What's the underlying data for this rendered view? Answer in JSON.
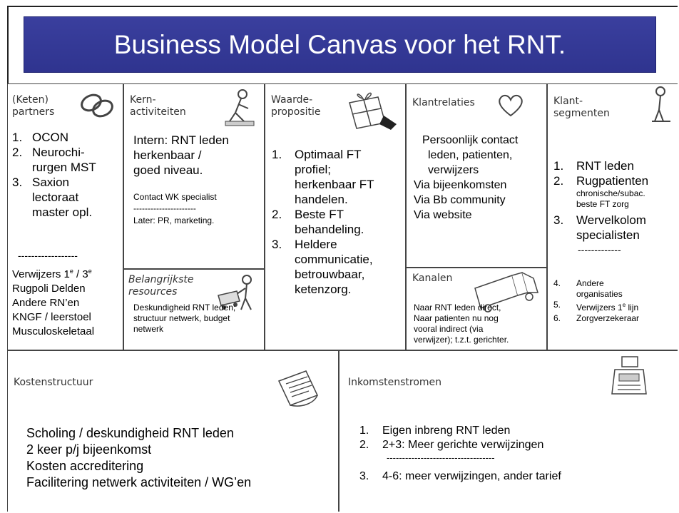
{
  "title": "Business Model Canvas voor het RNT.",
  "partners": {
    "heading": "(Keten) partners",
    "items": [
      {
        "n": "1.",
        "text": "OCON"
      },
      {
        "n": "2.",
        "text": "Neurochi-rurgen MST"
      },
      {
        "n": "3.",
        "text": "Saxion lectoraat master opl."
      }
    ],
    "divider": "------------------",
    "extra_line1_prefix": "Verwijzers 1",
    "extra_line1_sup1": "e",
    "extra_line1_mid": " / 3",
    "extra_line1_sup2": "e",
    "extra": [
      "Rugpoli Delden",
      "Andere RN’en",
      "KNGF / leerstoel",
      "Musculoskeletaal"
    ]
  },
  "activities": {
    "heading": "Kern-activiteiten",
    "main": "Intern: RNT leden herkenbaar / goed niveau.",
    "note": "Contact WK specialist",
    "divider": "----------------------",
    "later": "Later: PR, marketing."
  },
  "resources": {
    "heading": "Belangrijkste resources",
    "text": "Deskundigheid RNT leden; structuur netwerk, budget netwerk"
  },
  "value": {
    "heading": "Waarde-propositie",
    "items": [
      {
        "n": "1.",
        "text": "Optimaal FT profiel; herkenbaar FT handelen."
      },
      {
        "n": "2.",
        "text": "Beste FT behandeling."
      },
      {
        "n": "3.",
        "text": "Heldere communicatie, betrouwbaar, ketenzorg."
      }
    ]
  },
  "relations": {
    "heading": "Klantrelaties",
    "lines": [
      "Persoonlijk contact",
      "leden, patienten,",
      "verwijzers",
      "Via bijeenkomsten",
      "Via Bb community",
      "Via website"
    ]
  },
  "channels": {
    "heading": "Kanalen",
    "lines": [
      "Naar RNT leden direct,",
      "Naar patienten nu nog",
      "vooral indirect (via",
      "verwijzer); t.z.t. gerichter."
    ]
  },
  "segments": {
    "heading": "Klant-segmenten",
    "item1": "RNT leden",
    "item2": "Rugpatienten",
    "item2_sub": "chronische/subac. beste FT zorg",
    "item3": "Wervelkolom specialisten",
    "divider": "-------------",
    "small": [
      {
        "n": "4.",
        "text": "Andere organisaties"
      },
      {
        "n": "5.",
        "text_prefix": "Verwijzers 1",
        "sup": "e",
        "text_suffix": " lijn"
      },
      {
        "n": "6.",
        "text": "Zorgverzekeraar"
      }
    ],
    "n1": "1.",
    "n2": "2.",
    "n3": "3."
  },
  "costs": {
    "heading": "Kostenstructuur",
    "lines": [
      "Scholing / deskundigheid RNT leden",
      "2 keer p/j bijeenkomst",
      "Kosten accreditering",
      "Facilitering netwerk activiteiten / WG’en"
    ]
  },
  "revenue": {
    "heading": "Inkomstenstromen",
    "items": [
      {
        "n": "1.",
        "text": "Eigen inbreng RNT leden"
      },
      {
        "n": "2.",
        "text": "2+3: Meer gerichte verwijzingen"
      }
    ],
    "divider": "-----------------------------------",
    "item3": {
      "n": "3.",
      "text": "4-6: meer verwijzingen, ander tarief"
    }
  }
}
